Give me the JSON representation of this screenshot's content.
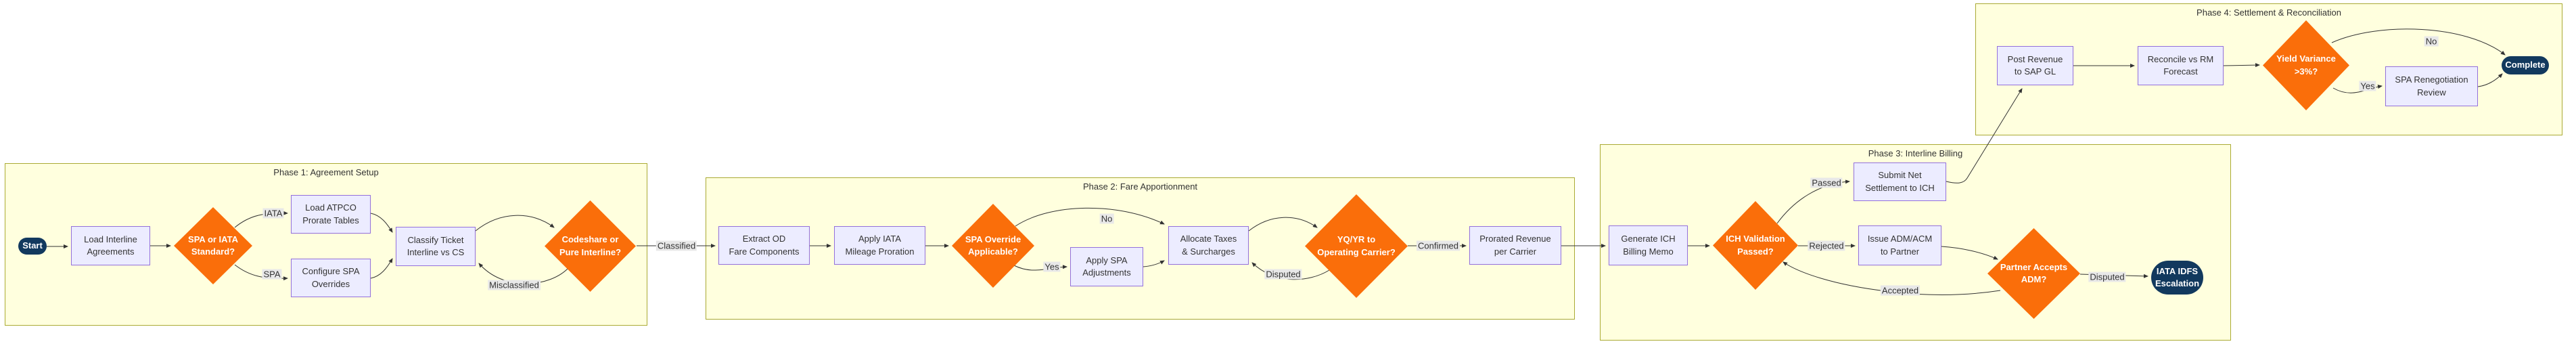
{
  "diagram": {
    "type": "flowchart",
    "phases": [
      {
        "id": "phase1",
        "label": "Phase 1: Agreement Setup"
      },
      {
        "id": "phase2",
        "label": "Phase 2: Fare Apportionment"
      },
      {
        "id": "phase3",
        "label": "Phase 3: Interline Billing"
      },
      {
        "id": "phase4",
        "label": "Phase 4: Settlement & Reconciliation"
      }
    ],
    "nodes": {
      "start": {
        "type": "stadium",
        "phase": "phase1",
        "label": "Start"
      },
      "load_interline": {
        "type": "process",
        "phase": "phase1",
        "label": "Load Interline\nAgreements"
      },
      "spa_iata": {
        "type": "decision",
        "phase": "phase1",
        "label": "SPA or IATA\nStandard?"
      },
      "load_atpco": {
        "type": "process",
        "phase": "phase1",
        "label": "Load ATPCO\nProrate Tables"
      },
      "configure_spa": {
        "type": "process",
        "phase": "phase1",
        "label": "Configure SPA\nOverrides"
      },
      "classify_ticket": {
        "type": "process",
        "phase": "phase1",
        "label": "Classify Ticket\nInterline vs CS"
      },
      "codeshare": {
        "type": "decision",
        "phase": "phase1",
        "label": "Codeshare or\nPure Interline?"
      },
      "extract_od": {
        "type": "process",
        "phase": "phase2",
        "label": "Extract OD\nFare Components"
      },
      "apply_iata": {
        "type": "process",
        "phase": "phase2",
        "label": "Apply IATA\nMileage Proration"
      },
      "spa_override": {
        "type": "decision",
        "phase": "phase2",
        "label": "SPA Override\nApplicable?"
      },
      "apply_spa_adj": {
        "type": "process",
        "phase": "phase2",
        "label": "Apply SPA\nAdjustments"
      },
      "allocate_taxes": {
        "type": "process",
        "phase": "phase2",
        "label": "Allocate Taxes\n& Surcharges"
      },
      "yqyr": {
        "type": "decision",
        "phase": "phase2",
        "label": "YQ/YR to\nOperating Carrier?"
      },
      "prorated_revenue": {
        "type": "process",
        "phase": "phase2",
        "label": "Prorated Revenue\nper Carrier"
      },
      "generate_ich": {
        "type": "process",
        "phase": "phase3",
        "label": "Generate ICH\nBilling Memo"
      },
      "ich_validation": {
        "type": "decision",
        "phase": "phase3",
        "label": "ICH Validation\nPassed?"
      },
      "submit_net": {
        "type": "process",
        "phase": "phase3",
        "label": "Submit Net\nSettlement to ICH"
      },
      "issue_adm": {
        "type": "process",
        "phase": "phase3",
        "label": "Issue ADM/ACM\nto Partner"
      },
      "partner_accepts": {
        "type": "decision",
        "phase": "phase3",
        "label": "Partner Accepts\nADM?"
      },
      "iata_idfs": {
        "type": "stadium",
        "phase": "phase3",
        "label": "IATA IDFS\nEscalation"
      },
      "post_revenue": {
        "type": "process",
        "phase": "phase4",
        "label": "Post Revenue\nto SAP GL"
      },
      "reconcile_rm": {
        "type": "process",
        "phase": "phase4",
        "label": "Reconcile vs RM\nForecast"
      },
      "yield_variance": {
        "type": "decision",
        "phase": "phase4",
        "label": "Yield Variance\n>3%?"
      },
      "spa_renegotiation": {
        "type": "process",
        "phase": "phase4",
        "label": "SPA Renegotiation\nReview"
      },
      "complete": {
        "type": "stadium",
        "phase": "phase4",
        "label": "Complete"
      }
    },
    "edge_labels": {
      "iata": "IATA",
      "spa": "SPA",
      "misclassified": "Misclassified",
      "classified": "Classified",
      "spa_override_no": "No",
      "spa_override_yes": "Yes",
      "yqyr_disputed": "Disputed",
      "yqyr_confirmed": "Confirmed",
      "ich_passed": "Passed",
      "ich_rejected": "Rejected",
      "adm_accepted": "Accepted",
      "adm_disputed": "Disputed",
      "yield_no": "No",
      "yield_yes": "Yes"
    },
    "edges": [
      {
        "from": "start",
        "to": "load_interline"
      },
      {
        "from": "load_interline",
        "to": "spa_iata"
      },
      {
        "from": "spa_iata",
        "to": "load_atpco",
        "label_key": "iata"
      },
      {
        "from": "spa_iata",
        "to": "configure_spa",
        "label_key": "spa"
      },
      {
        "from": "load_atpco",
        "to": "classify_ticket"
      },
      {
        "from": "configure_spa",
        "to": "classify_ticket"
      },
      {
        "from": "classify_ticket",
        "to": "codeshare"
      },
      {
        "from": "codeshare",
        "to": "classify_ticket",
        "label_key": "misclassified"
      },
      {
        "from": "codeshare",
        "to": "extract_od",
        "label_key": "classified"
      },
      {
        "from": "extract_od",
        "to": "apply_iata"
      },
      {
        "from": "apply_iata",
        "to": "spa_override"
      },
      {
        "from": "spa_override",
        "to": "allocate_taxes",
        "label_key": "spa_override_no"
      },
      {
        "from": "spa_override",
        "to": "apply_spa_adj",
        "label_key": "spa_override_yes"
      },
      {
        "from": "apply_spa_adj",
        "to": "allocate_taxes"
      },
      {
        "from": "allocate_taxes",
        "to": "yqyr"
      },
      {
        "from": "yqyr",
        "to": "allocate_taxes",
        "label_key": "yqyr_disputed"
      },
      {
        "from": "yqyr",
        "to": "prorated_revenue",
        "label_key": "yqyr_confirmed"
      },
      {
        "from": "prorated_revenue",
        "to": "generate_ich"
      },
      {
        "from": "generate_ich",
        "to": "ich_validation"
      },
      {
        "from": "ich_validation",
        "to": "submit_net",
        "label_key": "ich_passed"
      },
      {
        "from": "ich_validation",
        "to": "issue_adm",
        "label_key": "ich_rejected"
      },
      {
        "from": "issue_adm",
        "to": "partner_accepts"
      },
      {
        "from": "partner_accepts",
        "to": "ich_validation",
        "label_key": "adm_accepted"
      },
      {
        "from": "partner_accepts",
        "to": "iata_idfs",
        "label_key": "adm_disputed"
      },
      {
        "from": "submit_net",
        "to": "post_revenue"
      },
      {
        "from": "post_revenue",
        "to": "reconcile_rm"
      },
      {
        "from": "reconcile_rm",
        "to": "yield_variance"
      },
      {
        "from": "yield_variance",
        "to": "complete",
        "label_key": "yield_no"
      },
      {
        "from": "yield_variance",
        "to": "spa_renegotiation",
        "label_key": "yield_yes"
      },
      {
        "from": "spa_renegotiation",
        "to": "complete"
      }
    ],
    "colors": {
      "cluster-fill": "#ffffde",
      "cluster-border": "#aaaa33",
      "process-fill": "#ececff",
      "process-border": "#9370db",
      "decision-fill": "#fa6e0a",
      "terminal-fill": "#12395e",
      "label-bg": "#e8e8e8",
      "edge-color": "#333333",
      "text-color": "#333333"
    }
  }
}
